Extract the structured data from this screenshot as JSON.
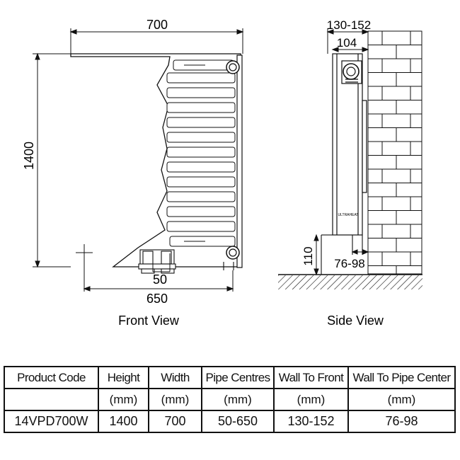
{
  "front_view": {
    "caption": "Front View",
    "dim_width": "700",
    "dim_height": "1400",
    "dim_pipe_offset": "50",
    "dim_pipe_centres": "650"
  },
  "side_view": {
    "caption": "Side View",
    "dim_wall_to_front": "130-152",
    "dim_depth": "104",
    "dim_floor_height": "110",
    "dim_wall_to_pipe": "76-98",
    "brand": "ULTRAHEAT"
  },
  "table": {
    "headers": [
      "Product Code",
      "Height",
      "Width",
      "Pipe Centres",
      "Wall To Front",
      "Wall To Pipe Center"
    ],
    "units": [
      "",
      "(mm)",
      "(mm)",
      "(mm)",
      "(mm)",
      "(mm)"
    ],
    "rows": [
      [
        "14VPD700W",
        "1400",
        "700",
        "50-650",
        "130-152",
        "76-98"
      ]
    ]
  },
  "colors": {
    "line": "#111111",
    "light": "#cccccc"
  }
}
